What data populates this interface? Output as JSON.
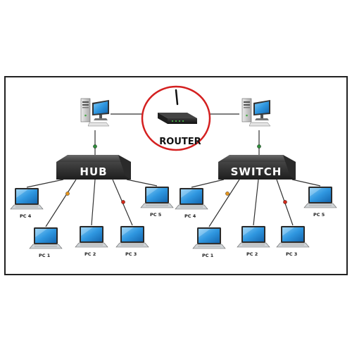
{
  "router": {
    "label": "ROUTER"
  },
  "hub": {
    "label": "HUB",
    "pcs": [
      {
        "id": "pc4",
        "label": "PC 4"
      },
      {
        "id": "pc1",
        "label": "PC 1"
      },
      {
        "id": "pc2",
        "label": "PC 2"
      },
      {
        "id": "pc3",
        "label": "PC 3"
      },
      {
        "id": "pc5",
        "label": "PC 5"
      }
    ]
  },
  "switch": {
    "label": "SWITCH",
    "pcs": [
      {
        "id": "pc4",
        "label": "PC 4"
      },
      {
        "id": "pc1",
        "label": "PC 1"
      },
      {
        "id": "pc2",
        "label": "PC 2"
      },
      {
        "id": "pc3",
        "label": "PC 3"
      },
      {
        "id": "pc5",
        "label": "PC 5"
      }
    ]
  },
  "colors": {
    "frame": "#222222",
    "router_ring": "#d42020",
    "device_body": "#3a3a3a",
    "device_top": "#555555",
    "cable": "#333333",
    "connector_green": "#2e8b3a",
    "connector_orange": "#e6961e",
    "connector_red": "#d02a1a",
    "screen": "#3aa3e8"
  }
}
